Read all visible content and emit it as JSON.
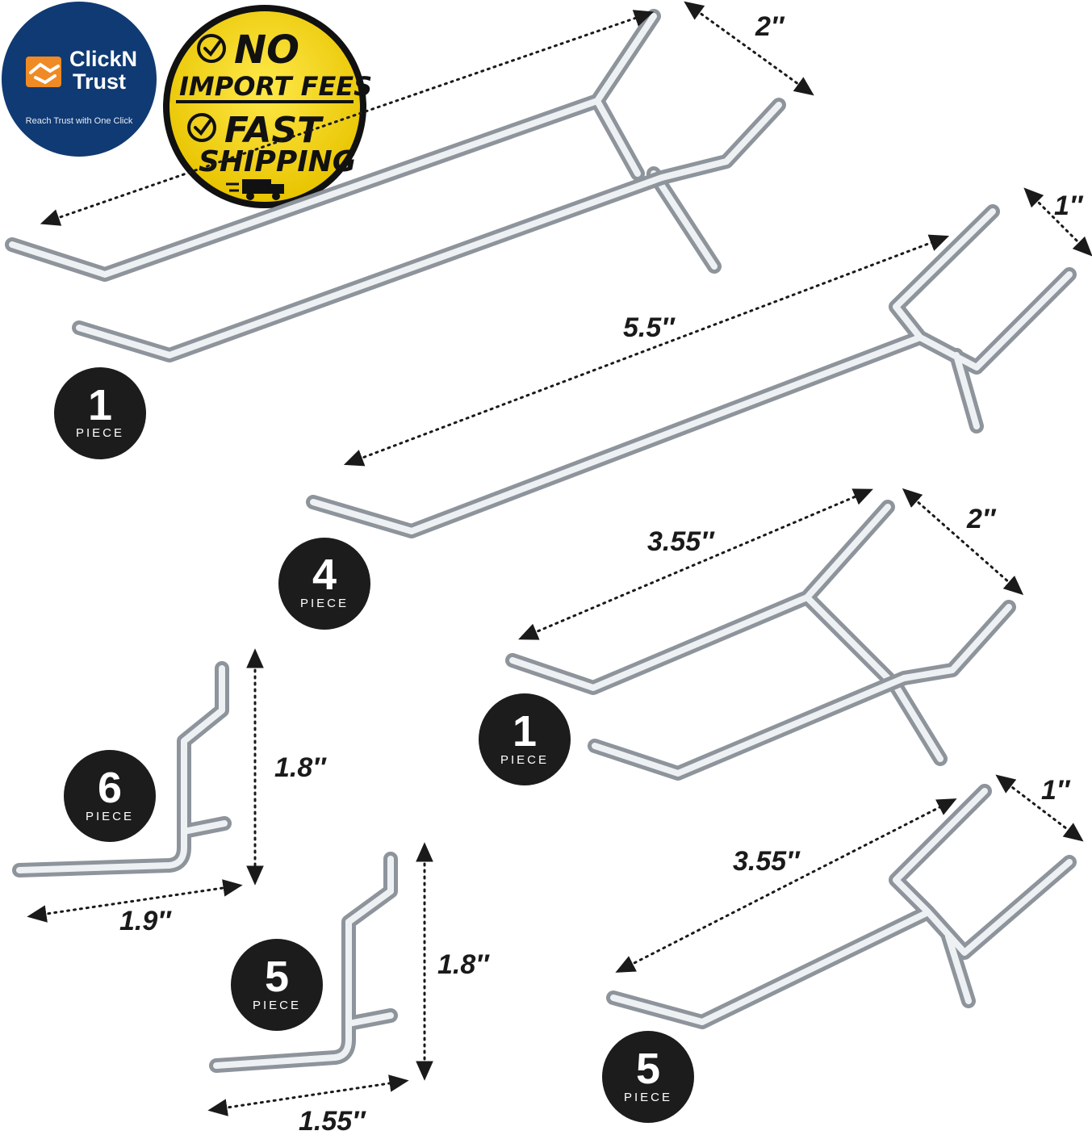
{
  "logo": {
    "title_line1": "ClickN",
    "title_line2": "Trust",
    "tagline": "Reach Trust with One Click"
  },
  "seal": {
    "line1": "NO",
    "line2": "IMPORT FEES",
    "line3": "FAST",
    "line4": "SHIPPING"
  },
  "badges": [
    {
      "count": "1",
      "unit": "PIECE"
    },
    {
      "count": "4",
      "unit": "PIECE"
    },
    {
      "count": "1",
      "unit": "PIECE"
    },
    {
      "count": "6",
      "unit": "PIECE"
    },
    {
      "count": "5",
      "unit": "PIECE"
    },
    {
      "count": "5",
      "unit": "PIECE"
    }
  ],
  "dimensions": {
    "double_large_width": "2″",
    "single_large_width": "1″",
    "single_large_length": "5.5″",
    "double_small_length": "3.55″",
    "double_small_width": "2″",
    "single_small_width": "1″",
    "single_small_length": "3.55″",
    "l_hook_large_height": "1.8″",
    "l_hook_large_length": "1.9″",
    "l_hook_small_height": "1.8″",
    "l_hook_small_length": "1.55″"
  },
  "colors": {
    "wire_dark": "#8e949b",
    "wire_light": "#eef1f4",
    "badge": "#1c1c1c",
    "logo_bg": "#103a73",
    "seal_yellow": "#f5d90a"
  }
}
